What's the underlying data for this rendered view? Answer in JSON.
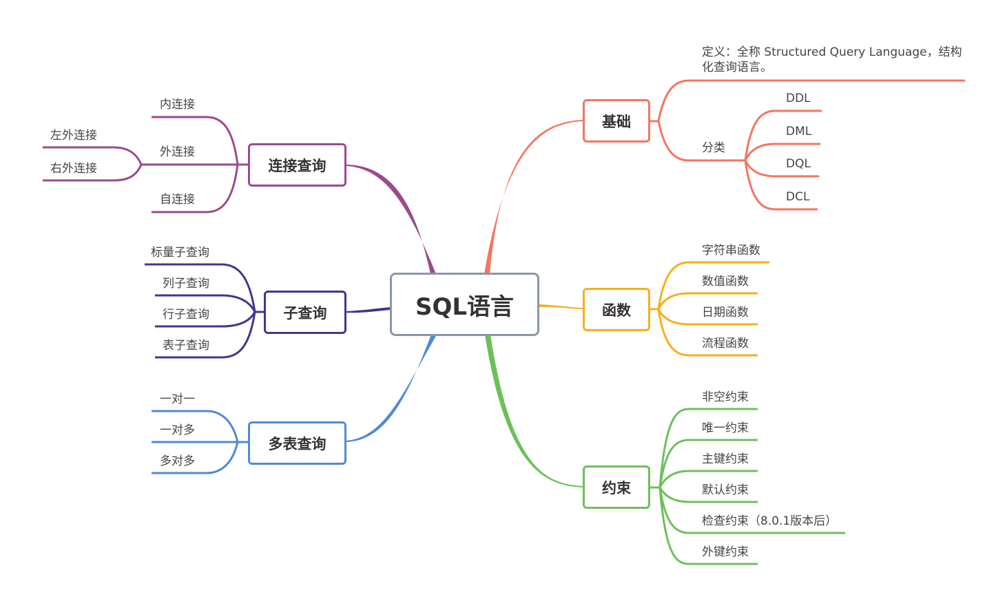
{
  "central": "SQL语言",
  "colors": {
    "basics": "#f47561",
    "functions": "#f5b01a",
    "constraints": "#6cc05a",
    "join": "#9b4a8d",
    "subquery": "#46338c",
    "multitable": "#4e8ad6",
    "central_border": "#8a96a8"
  },
  "basics": {
    "title": "基础",
    "definition": "定义：全称 Structured Query Language，结构化查询语言。",
    "category": {
      "label": "分类",
      "items": [
        "DDL",
        "DML",
        "DQL",
        "DCL"
      ]
    }
  },
  "functions": {
    "title": "函数",
    "items": [
      "字符串函数",
      "数值函数",
      "日期函数",
      "流程函数"
    ]
  },
  "constraints": {
    "title": "约束",
    "items": [
      "非空约束",
      "唯一约束",
      "主键约束",
      "默认约束",
      "检查约束（8.0.1版本后）",
      "外键约束"
    ]
  },
  "join": {
    "title": "连接查询",
    "inner": "内连接",
    "outer": {
      "label": "外连接",
      "items": [
        "左外连接",
        "右外连接"
      ]
    },
    "self": "自连接"
  },
  "subquery": {
    "title": "子查询",
    "items": [
      "标量子查询",
      "列子查询",
      "行子查询",
      "表子查询"
    ]
  },
  "multitable": {
    "title": "多表查询",
    "items": [
      "一对一",
      "一对多",
      "多对多"
    ]
  }
}
